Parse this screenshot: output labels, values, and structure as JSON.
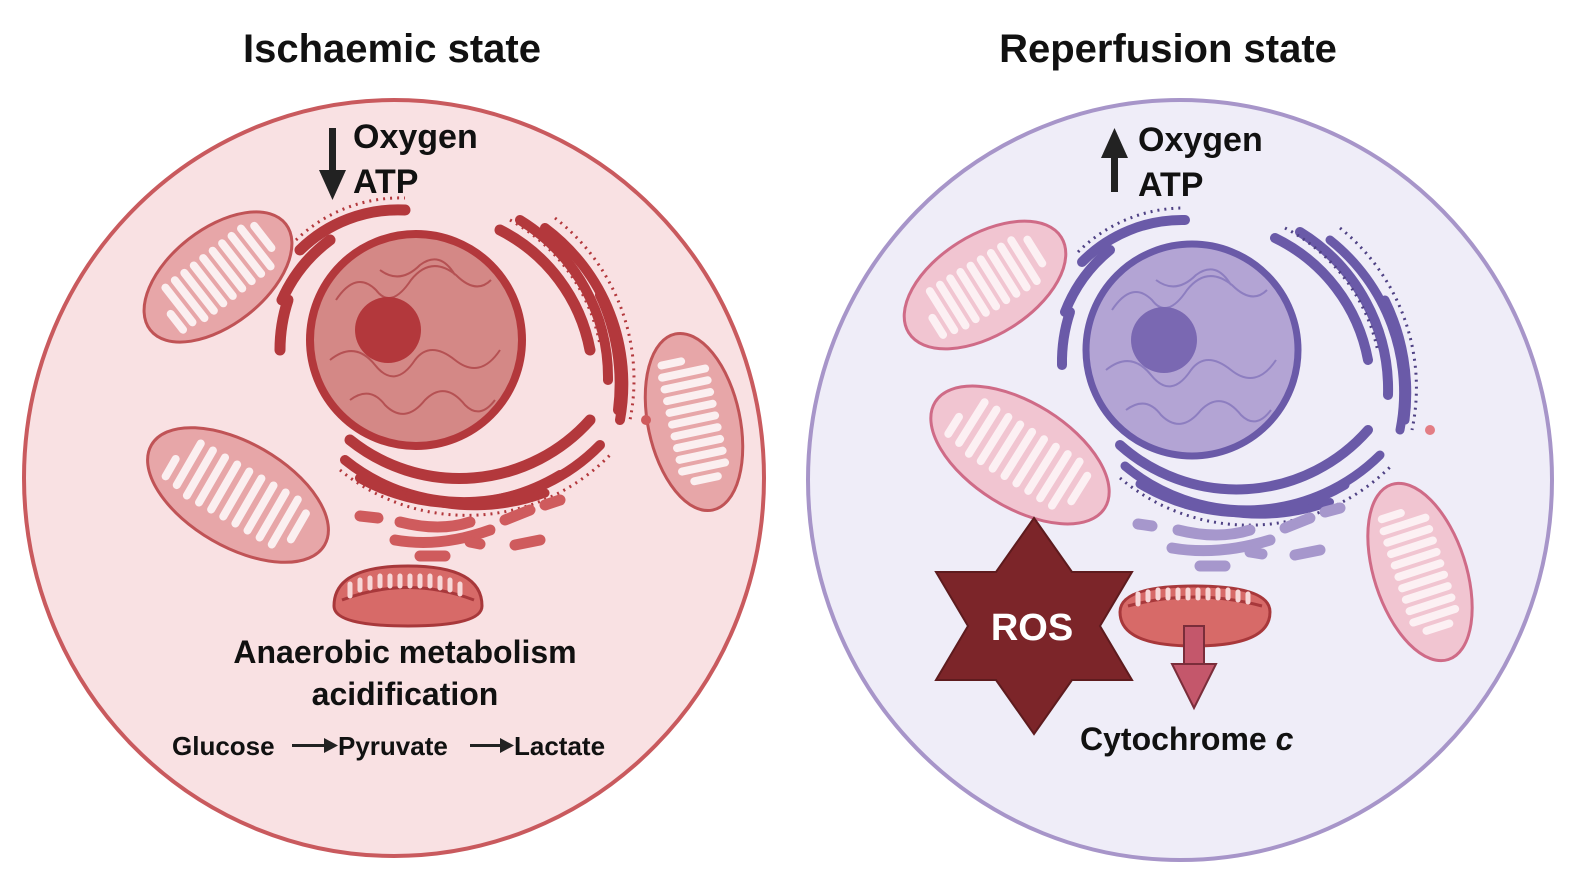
{
  "panels": {
    "ischaemic": {
      "title": "Ischaemic state",
      "oxygen_label": "Oxygen",
      "atp_label": "ATP",
      "arrow_direction": "down",
      "metabolism_line1": "Anaerobic metabolism",
      "metabolism_line2": "acidification",
      "pathway": [
        "Glucose",
        "Pyruvate",
        "Lactate"
      ]
    },
    "reperfusion": {
      "title": "Reperfusion state",
      "oxygen_label": "Oxygen",
      "atp_label": "ATP",
      "arrow_direction": "up",
      "ros_label": "ROS",
      "cytochrome_label": "Cytochrome",
      "cytochrome_suffix": "c"
    }
  },
  "colors": {
    "ischaemic_cell_fill": "#f9e1e3",
    "ischaemic_cell_stroke": "#c95a5e",
    "ischaemic_organelle": "#b3383c",
    "reperfusion_cell_fill": "#efedf8",
    "reperfusion_cell_stroke": "#a795c9",
    "reperfusion_organelle": "#6a5aa8",
    "mito_pink": "#e7a3b6",
    "mito_red": "#d5716f",
    "ros_fill": "#7c2529"
  }
}
